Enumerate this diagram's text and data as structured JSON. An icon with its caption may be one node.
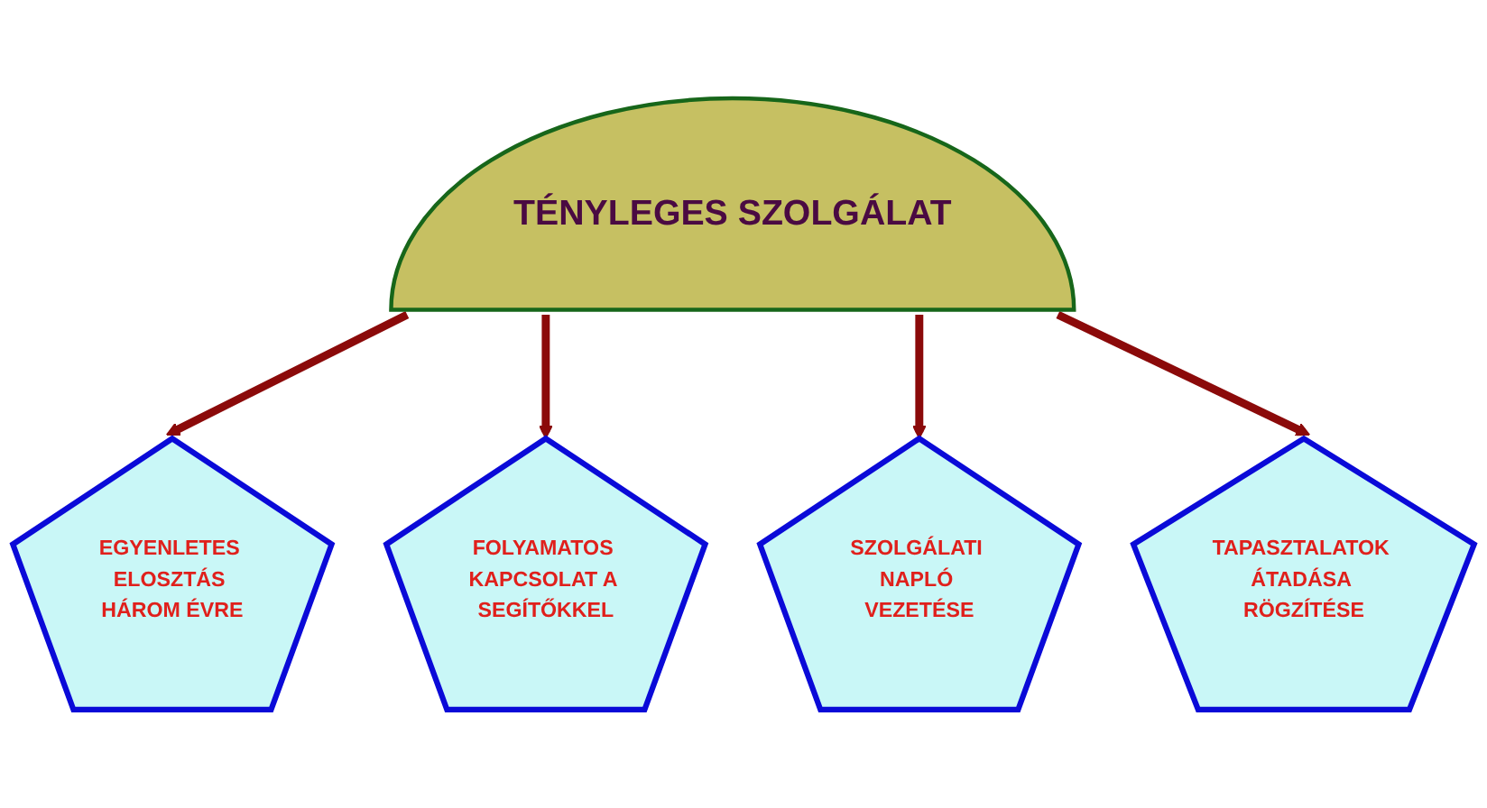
{
  "diagram": {
    "nodes": [
      {
        "text": [
          "TÉNYLEGES SZOLGÁLAT"
        ]
      },
      {
        "text": [
          "EGYENLETES ELOSZTÁS HÁROM ÉVRE"
        ]
      },
      {
        "text": [
          "FOLYAMATOS KAPCSOLAT A SEGÍTŐKKEL"
        ]
      },
      {
        "text": [
          "SZOLGÁLATI NAPLÓ VEZETÉSE"
        ]
      },
      {
        "text": [
          "TAPASZTALATOK ÁTADÁSA RÖGZÍTÉSE"
        ]
      }
    ],
    "edges": [
      {
        "from": 0,
        "to": 1,
        "arrow": "to"
      },
      {
        "from": 0,
        "to": 2,
        "arrow": "to"
      },
      {
        "from": 0,
        "to": 3,
        "arrow": "to"
      },
      {
        "from": 0,
        "to": 4,
        "arrow": "to"
      }
    ]
  }
}
